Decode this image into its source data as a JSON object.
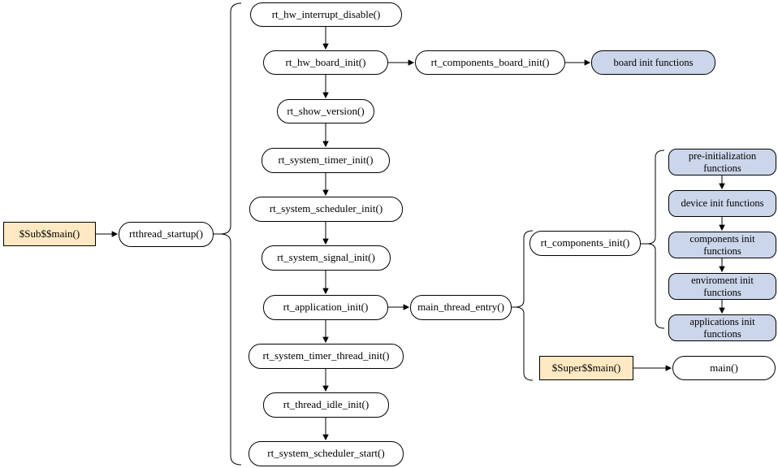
{
  "diagram": {
    "colors": {
      "box_border": "#000000",
      "plain_fill": "#ffffff",
      "highlight_fill": "#ffe9c3",
      "group_fill": "#ccd6ea",
      "edge": "#000000"
    },
    "nodes": {
      "sub_main": {
        "label": "$Sub$$main()"
      },
      "rtthread_startup": {
        "label": "rtthread_startup()"
      },
      "rt_hw_interrupt_disable": {
        "label": "rt_hw_interrupt_disable()"
      },
      "rt_hw_board_init": {
        "label": "rt_hw_board_init()"
      },
      "rt_components_board_init": {
        "label": "rt_components_board_init()"
      },
      "board_init_functions": {
        "label": "board init functions"
      },
      "rt_show_version": {
        "label": "rt_show_version()"
      },
      "rt_system_timer_init": {
        "label": "rt_system_timer_init()"
      },
      "rt_system_scheduler_init": {
        "label": "rt_system_scheduler_init()"
      },
      "rt_system_signal_init": {
        "label": "rt_system_signal_init()"
      },
      "rt_application_init": {
        "label": "rt_application_init()"
      },
      "main_thread_entry": {
        "label": "main_thread_entry()"
      },
      "rt_system_timer_thread_init": {
        "label": "rt_system_timer_thread_init()"
      },
      "rt_thread_idle_init": {
        "label": "rt_thread_idle_init()"
      },
      "rt_system_scheduler_start": {
        "label": "rt_system_scheduler_start()"
      },
      "rt_components_init": {
        "label": "rt_components_init()"
      },
      "pre_initialization_functions": {
        "label": "pre-initialization functions"
      },
      "device_init_functions": {
        "label": "device init functions"
      },
      "components_init_functions": {
        "label": "components init functions"
      },
      "enviroment_init_functions": {
        "label": "enviroment init functions"
      },
      "applications_init_functions": {
        "label": "applications init functions"
      },
      "super_main": {
        "label": "$Super$$main()"
      },
      "main": {
        "label": "main()"
      }
    }
  }
}
